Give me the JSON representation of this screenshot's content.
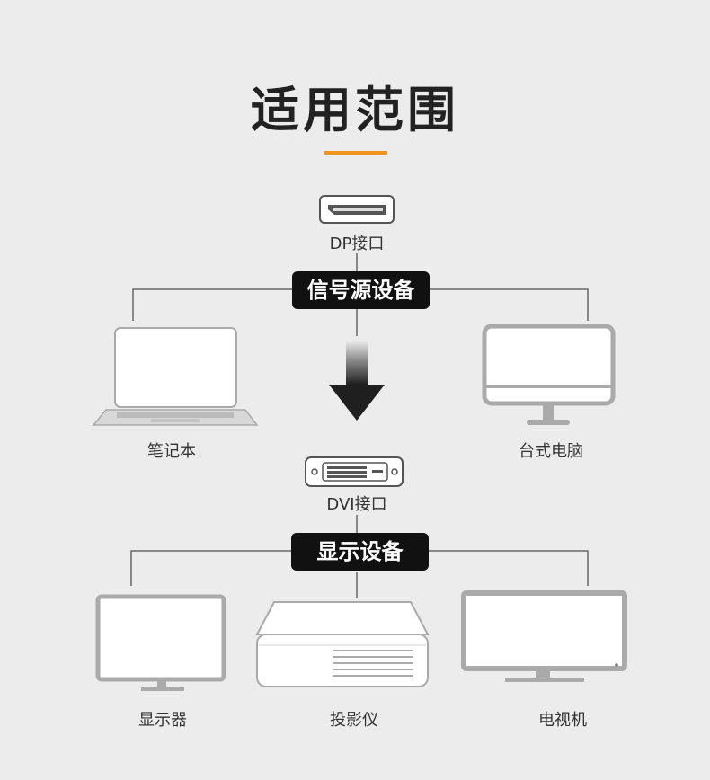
{
  "title": "适用范围",
  "accent_color": "#f0931e",
  "source": {
    "port_label": "DP接口",
    "group_label": "信号源设备",
    "devices": [
      {
        "label": "笔记本",
        "icon": "laptop-icon"
      },
      {
        "label": "台式电脑",
        "icon": "desktop-monitor-icon"
      }
    ]
  },
  "display": {
    "port_label": "DVI接口",
    "group_label": "显示设备",
    "devices": [
      {
        "label": "显示器",
        "icon": "monitor-icon"
      },
      {
        "label": "投影仪",
        "icon": "projector-icon"
      },
      {
        "label": "电视机",
        "icon": "tv-icon"
      }
    ]
  }
}
